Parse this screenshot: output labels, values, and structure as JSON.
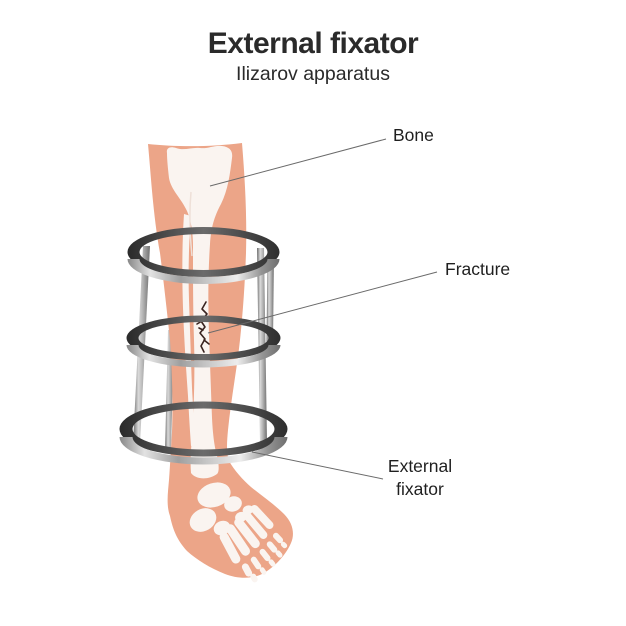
{
  "header": {
    "title": "External fixator",
    "subtitle": "Ilizarov apparatus"
  },
  "annotations": {
    "bone": {
      "label": "Bone"
    },
    "fracture": {
      "label": "Fracture"
    },
    "external_fixator": {
      "label_line1": "External",
      "label_line2": "fixator"
    }
  },
  "illustration": {
    "parts": [
      "leg",
      "foot",
      "tibia",
      "fibula",
      "fracture-crack",
      "foot-bones",
      "ring-top",
      "ring-middle",
      "ring-bottom",
      "connecting-rods"
    ]
  },
  "colors": {
    "background": "#ffffff",
    "text": "#2a2a2a",
    "skin": "#eca588",
    "bone": "#faf4f0",
    "metal_light": "#e9e9e9",
    "metal_mid": "#a8a8a8",
    "metal_dark": "#3c3c3c",
    "fracture_crack": "#3a2420",
    "leader_line": "#6a6a6a"
  }
}
